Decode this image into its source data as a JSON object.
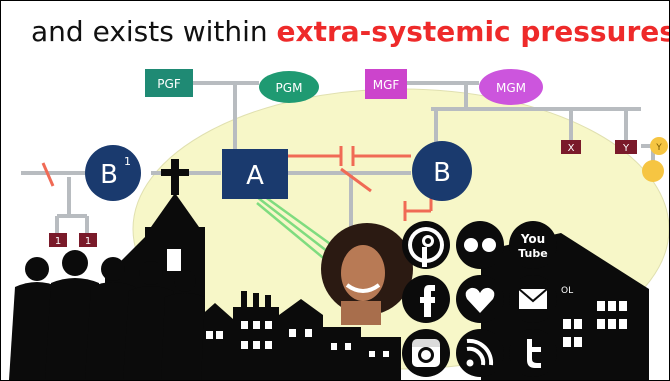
{
  "title": {
    "lead": "and exists within ",
    "emphasis": "extra-systemic pressures"
  },
  "genogram": {
    "pgf": "PGF",
    "pgm": "PGM",
    "mgf": "MGF",
    "mgm": "MGM",
    "b1": "B",
    "b1_sup": "1",
    "a": "A",
    "b": "B",
    "x": "X",
    "y": "Y",
    "y_child": "Y",
    "child_1": "1",
    "child_2": "1"
  },
  "school_sign": "OL",
  "social_icons": [
    "pinterest-icon",
    "flickr-icon",
    "youtube-icon",
    "facebook-icon",
    "heart-icon",
    "mail-icon",
    "instagram-icon",
    "rss-icon",
    "twitter-icon"
  ],
  "youtube_label": {
    "line1": "You",
    "line2": "Tube"
  },
  "colors": {
    "title_emphasis": "#ee2a2a",
    "pgf_box": "#1f8a74",
    "pgm_oval": "#1f9a72",
    "mgf_box": "#cc44cc",
    "mgm_oval": "#cc55dd",
    "node_blue": "#1a3a6e",
    "small_box": "#7a1a2a",
    "y_child": "#f6c542",
    "ellipse": "#f7f7c8",
    "conflict_line": "#f06a55",
    "close_line": "#7fdc7f"
  }
}
